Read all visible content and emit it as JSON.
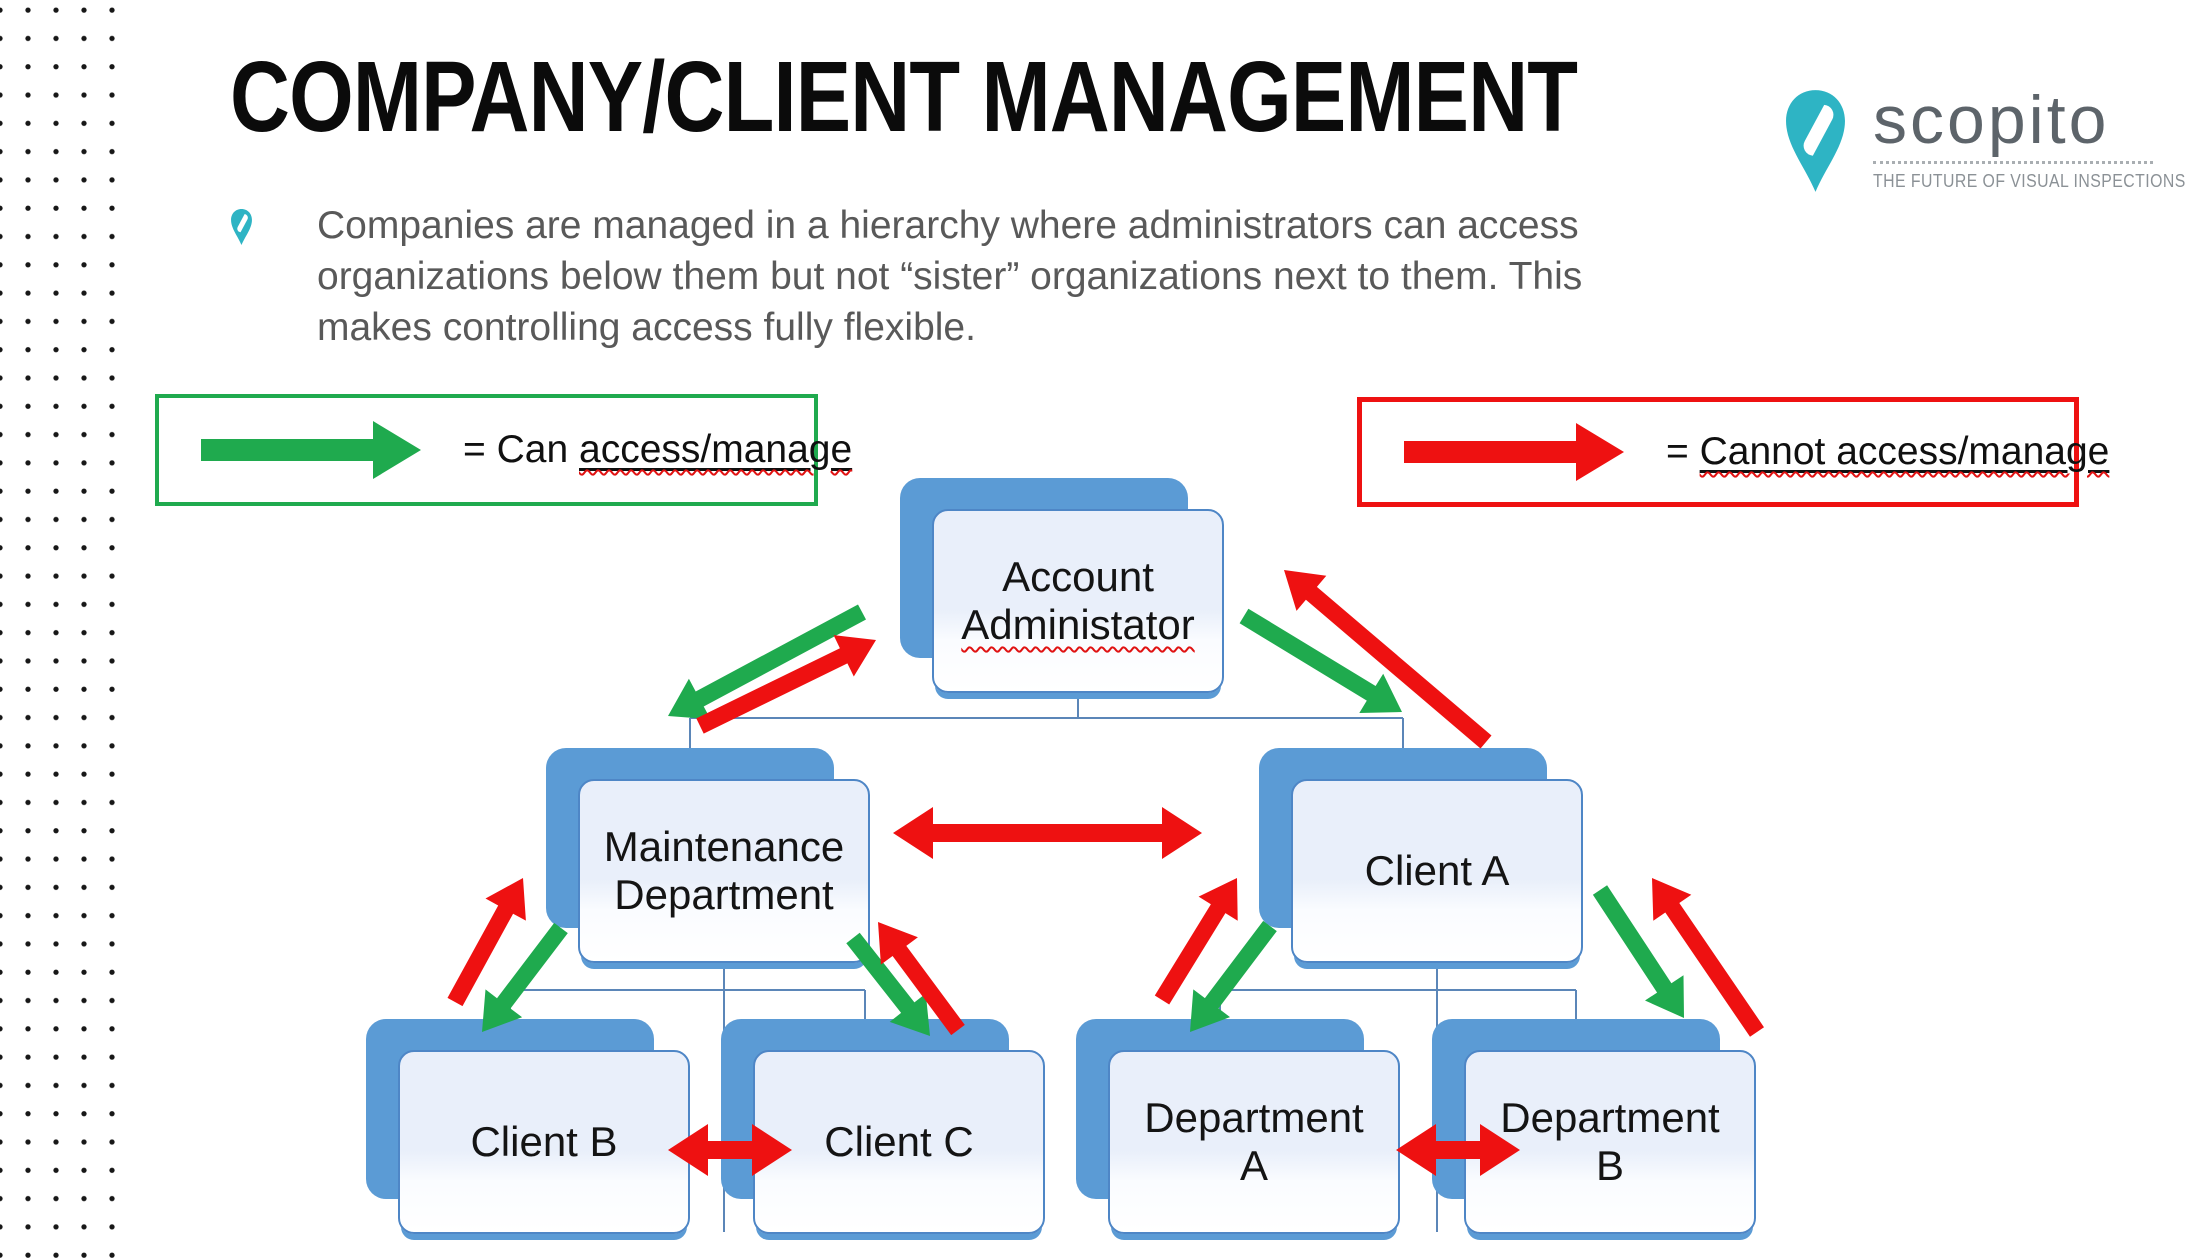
{
  "slide": {
    "title": "COMPANY/CLIENT MANAGEMENT",
    "bullet": {
      "lines": [
        "Companies are managed in a hierarchy where administrators can access",
        "organizations below them but not “sister” organizations next to them. This",
        "makes controlling access fully flexible."
      ]
    },
    "logo": {
      "brand": "scopito",
      "tagline": "THE FUTURE OF VISUAL INSPECTIONS",
      "teal": "#2eb4c4"
    },
    "legend": {
      "can": {
        "prefix": "= Can ",
        "underlined": "access/manage"
      },
      "cannot": {
        "prefix": "= ",
        "underlined": "Cannot access/manage"
      }
    },
    "colors": {
      "green": "#1faa4e",
      "red": "#ee1111",
      "box_blue": "#5b9bd5",
      "box_border": "#4e86c6",
      "connector": "#5b86b8"
    },
    "nodes": [
      {
        "id": "aa",
        "line1": "Account",
        "line2": "Administator"
      },
      {
        "id": "md",
        "line1": "Maintenance",
        "line2": "Department"
      },
      {
        "id": "ca",
        "line1": "Client A",
        "line2": ""
      },
      {
        "id": "cb",
        "line1": "Client B",
        "line2": ""
      },
      {
        "id": "cc",
        "line1": "Client C",
        "line2": ""
      },
      {
        "id": "da",
        "line1": "Department",
        "line2": "A"
      },
      {
        "id": "db",
        "line1": "Department",
        "line2": "B"
      }
    ],
    "edges": [
      {
        "id": "e1",
        "type": "can",
        "from": "Account Administator",
        "to": "Maintenance Department",
        "double": false
      },
      {
        "id": "e2",
        "type": "cannot",
        "from": "Maintenance Department",
        "to": "Account Administator",
        "double": false
      },
      {
        "id": "e3",
        "type": "can",
        "from": "Account Administator",
        "to": "Client A",
        "double": false
      },
      {
        "id": "e4",
        "type": "cannot",
        "from": "Client A",
        "to": "Account Administator",
        "double": false
      },
      {
        "id": "e5",
        "type": "cannot",
        "from": "Maintenance Department",
        "to": "Client A",
        "double": true
      },
      {
        "id": "e6",
        "type": "cannot",
        "from": "Client B",
        "to": "Maintenance Department",
        "double": false
      },
      {
        "id": "e7",
        "type": "can",
        "from": "Maintenance Department",
        "to": "Client B",
        "double": false
      },
      {
        "id": "e8",
        "type": "can",
        "from": "Maintenance Department",
        "to": "Client C",
        "double": false
      },
      {
        "id": "e9",
        "type": "cannot",
        "from": "Client C",
        "to": "Maintenance Department",
        "double": false
      },
      {
        "id": "e10",
        "type": "cannot",
        "from": "Client B",
        "to": "Client C",
        "double": true
      },
      {
        "id": "e11",
        "type": "cannot",
        "from": "Department A",
        "to": "Client A",
        "double": false
      },
      {
        "id": "e12",
        "type": "can",
        "from": "Client A",
        "to": "Department A",
        "double": false
      },
      {
        "id": "e13",
        "type": "can",
        "from": "Client A",
        "to": "Department B",
        "double": false
      },
      {
        "id": "e14",
        "type": "cannot",
        "from": "Department B",
        "to": "Client A",
        "double": false
      },
      {
        "id": "e15",
        "type": "cannot",
        "from": "Department A",
        "to": "Department B",
        "double": true
      }
    ]
  }
}
